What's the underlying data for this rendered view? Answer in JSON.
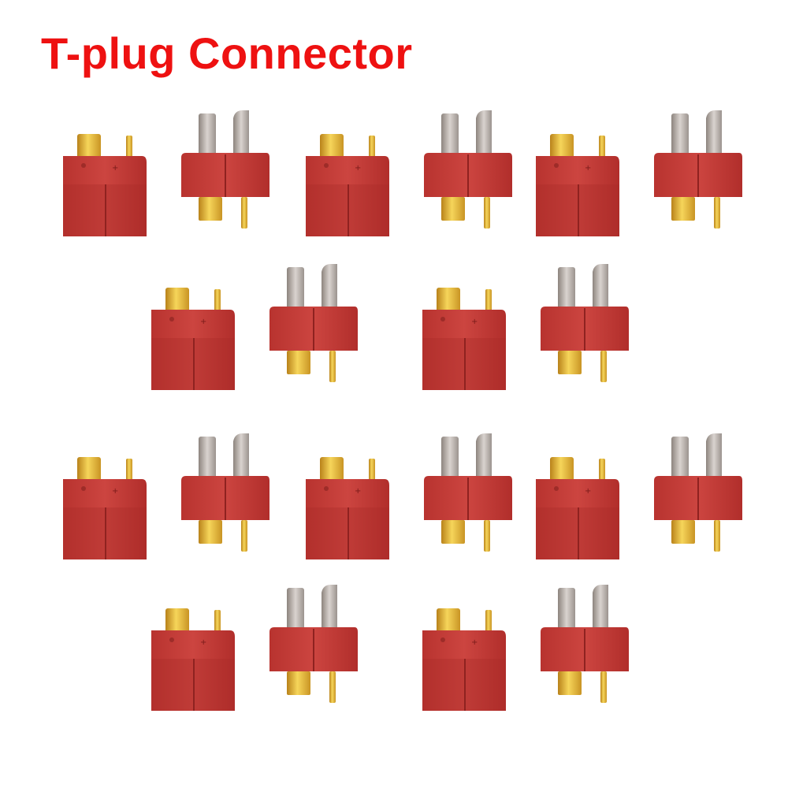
{
  "title": "T-plug Connector",
  "colors": {
    "title": "#ee1111",
    "housing": "#c43a36",
    "housing_dark": "#a82a27",
    "gold": "#e5b532",
    "silver": "#b3aba5"
  },
  "rows": [
    [
      "female",
      "male",
      "female",
      "male",
      "female",
      "male"
    ],
    [
      "female",
      "male",
      "female",
      "male"
    ],
    [
      "female",
      "male",
      "female",
      "male",
      "female",
      "male"
    ],
    [
      "female",
      "male",
      "female",
      "male"
    ]
  ]
}
